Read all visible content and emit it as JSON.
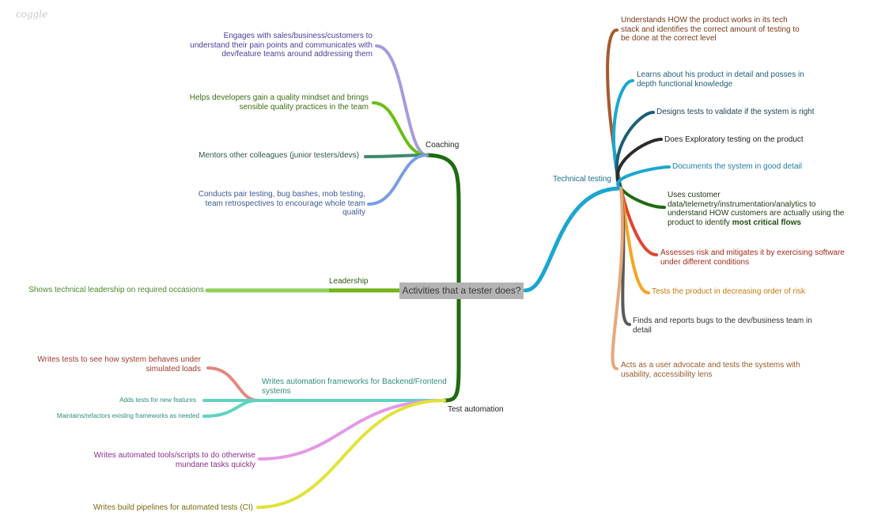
{
  "logo": "coggle",
  "root": {
    "label": "Activities that a tester does?"
  },
  "colors": {
    "coaching": "#1f6b10",
    "leadership": "#72b21a",
    "test_automation": "#1f6b10",
    "technical_testing": "#1ba6d0"
  },
  "branches": {
    "coaching": {
      "label": "Coaching",
      "items": [
        {
          "lines": [
            "Engages with sales/business/customers to",
            "understand their pain points and communicates with",
            "dev/feature teams around addressing them"
          ],
          "color": "#a79bdf"
        },
        {
          "lines": [
            "Helps developers gain a quality mindset and brings",
            "sensible quality practices in the team"
          ],
          "color": "#6abf12"
        },
        {
          "lines": [
            "Mentors other colleagues (junior testers/devs)"
          ],
          "color": "#3b8a6b"
        },
        {
          "lines": [
            "Conducts pair testing, bug bashes, mob testing,",
            "team retrospectives to encourage whole team",
            "quality"
          ],
          "color": "#7a9ee6"
        }
      ]
    },
    "leadership": {
      "label": "Leadership",
      "items": [
        {
          "lines": [
            "Shows technical leadership on required occasions"
          ],
          "color": "#8fcf5a"
        }
      ]
    },
    "test_automation": {
      "label": "Test automation",
      "framework": {
        "lines": [
          "Writes automation frameworks for Backend/Frontend",
          "systems"
        ],
        "color": "#5fd3c2",
        "children": [
          {
            "lines": [
              "Writes tests to see how system behaves under",
              "simulated loads"
            ],
            "color": "#e4877f"
          },
          {
            "lines": [
              "Adds tests for new features"
            ],
            "color": "#5fd3c2"
          },
          {
            "lines": [
              "Maintains/refactors existing frameworks as needed"
            ],
            "color": "#5fd3c2"
          }
        ]
      },
      "items": [
        {
          "lines": [
            "Writes automated tools/scripts to do otherwise",
            "mundane tasks quickly"
          ],
          "color": "#e39ae6"
        },
        {
          "lines": [
            "Writes build pipelines for automated tests (CI)"
          ],
          "color": "#e2e23a"
        }
      ]
    },
    "technical_testing": {
      "label": "Technical testing",
      "items": [
        {
          "lines": [
            "Understands HOW the product works in its tech",
            "stack and identifies the correct amount of testing to",
            "be done at the correct level"
          ],
          "color": "#a55a2c"
        },
        {
          "lines": [
            "Learns about his product in detail and posses in",
            "depth functional knowledge"
          ],
          "color": "#1ba6d0"
        },
        {
          "lines": [
            "Designs tests to validate if the system is right"
          ],
          "color": "#1b5e78"
        },
        {
          "lines": [
            "Does Exploratory testing on the product"
          ],
          "color": "#2b2b2b"
        },
        {
          "lines": [
            "Documents the system in good detail"
          ],
          "color": "#1ba6d0"
        },
        {
          "lines": [
            "Uses customer",
            "data/telemetry/instrumentation/analytics to",
            "understand HOW customers are actually using the",
            "product to identify"
          ],
          "bold": "most critical flows",
          "color": "#1f6b10"
        },
        {
          "lines": [
            "Assesses risk and mitigates it by exercising software",
            "under different conditions"
          ],
          "color": "#e0432f"
        },
        {
          "lines": [
            "Tests the product in decreasing order of risk"
          ],
          "color": "#f5a623"
        },
        {
          "lines": [
            "Finds and reports bugs to the dev/business team in",
            "detail"
          ],
          "color": "#5a5a5a"
        },
        {
          "lines": [
            "Acts as a user advocate and tests the systems with",
            "usability, accessibility lens"
          ],
          "color": "#e8a87c"
        }
      ]
    }
  }
}
